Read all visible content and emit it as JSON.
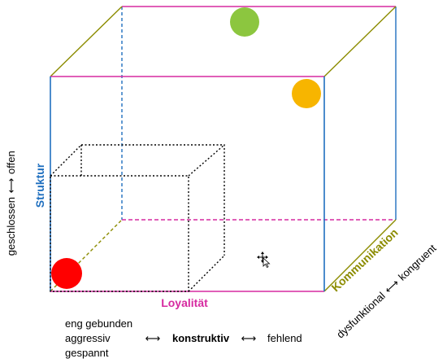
{
  "axes": {
    "structure": {
      "title": "Struktur",
      "left": "geschlossen",
      "arrow": "⟷",
      "right": "offen",
      "color": "#1f6fbf"
    },
    "loyalty": {
      "title": "Loyalität",
      "color": "#d62aa0"
    },
    "communication": {
      "title": "Kommunikation",
      "left": "dysfunktional",
      "arrow": "⟷",
      "right": "kongruent",
      "color": "#8c8c00"
    }
  },
  "loyalty_scale": {
    "left_lines": [
      "eng gebunden",
      "aggressiv",
      "gespannt"
    ],
    "arrow1": "⟷",
    "center": "konstruktiv",
    "arrow2": "⟷",
    "right": "fehlend"
  },
  "markers": [
    {
      "name": "green",
      "color": "#8cc63f"
    },
    {
      "name": "orange",
      "color": "#f7b500"
    },
    {
      "name": "red",
      "color": "#ff0000"
    }
  ],
  "colors": {
    "blue": "#1f6fbf",
    "magenta": "#d62aa0",
    "olive": "#8c8c00",
    "dotted": "#000000"
  },
  "icons": [
    "move-cursor-icon"
  ]
}
